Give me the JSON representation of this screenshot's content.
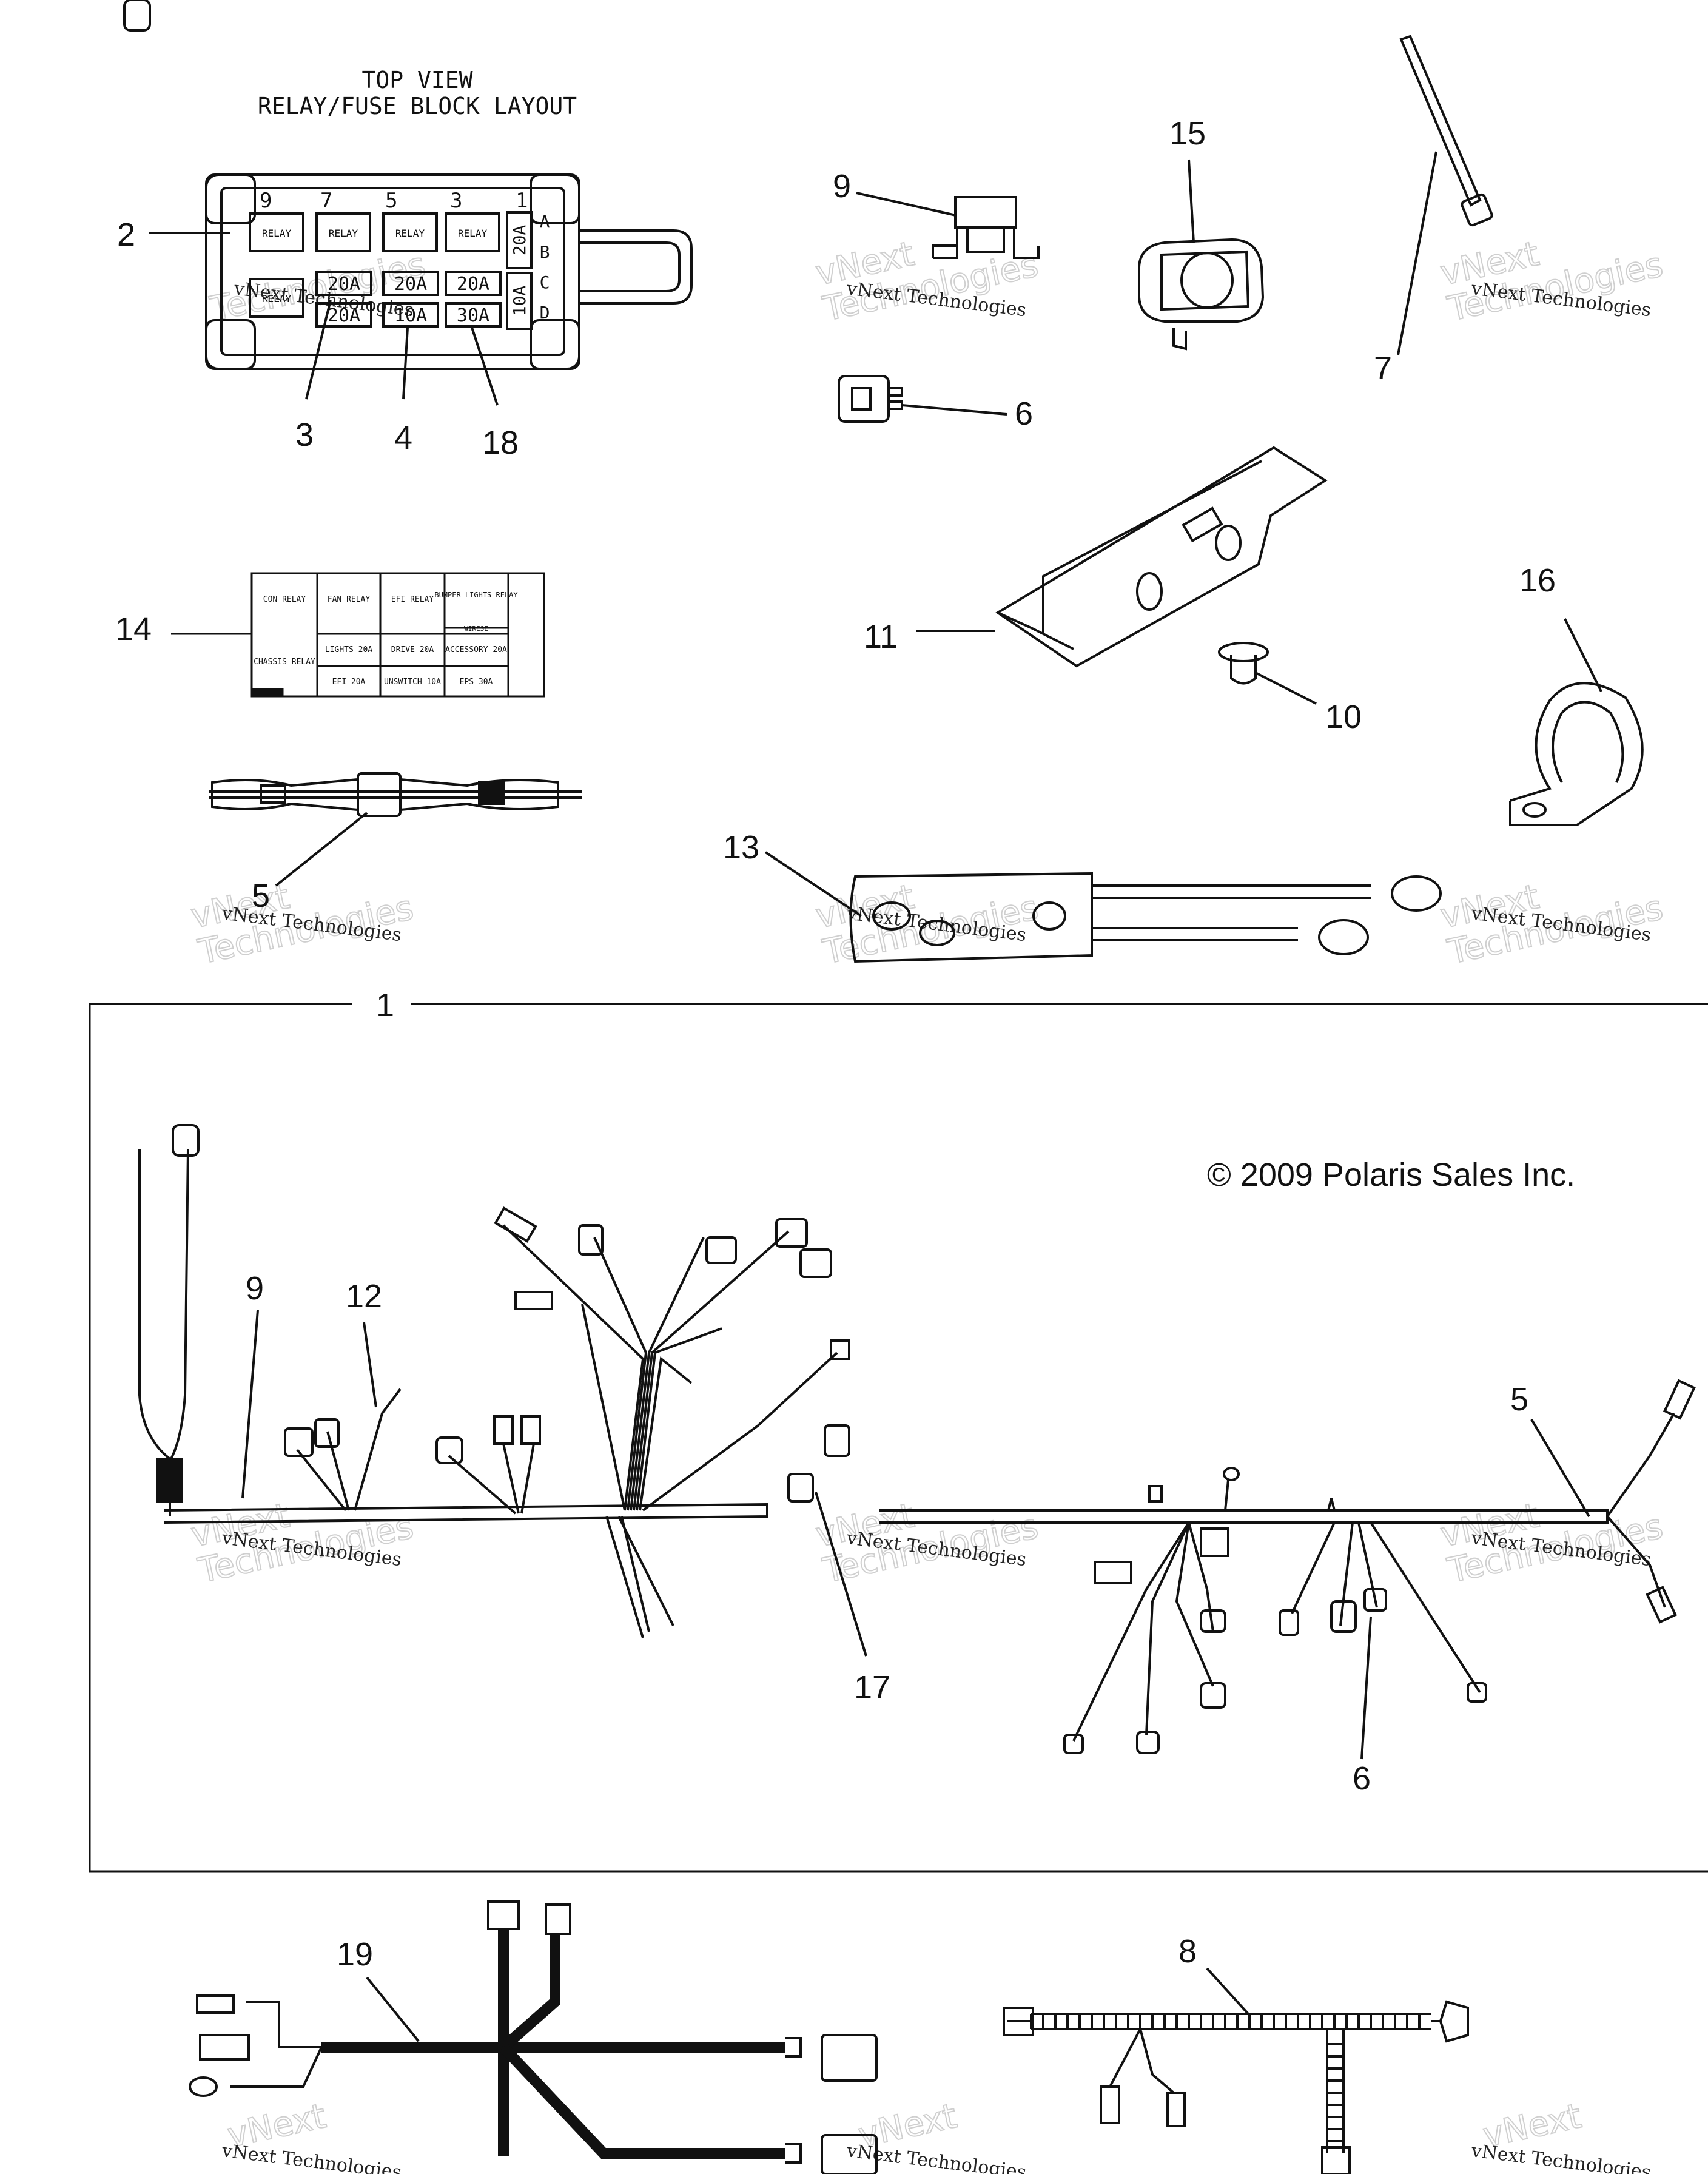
{
  "relay_block": {
    "title_line1": "TOP VIEW",
    "title_line2": "RELAY/FUSE BLOCK LAYOUT",
    "pin_numbers": [
      "9",
      "7",
      "5",
      "3",
      "1"
    ],
    "row_letters": [
      "A",
      "B",
      "C",
      "D"
    ],
    "relays": [
      "RELAY",
      "RELAY",
      "RELAY",
      "RELAY",
      "RELAY"
    ],
    "fuses_row1": [
      "20A",
      "20A",
      "20A"
    ],
    "fuses_row2": [
      "20A",
      "10A",
      "30A"
    ],
    "side_fuses": [
      "20A",
      "10A"
    ]
  },
  "label_card": {
    "row1": [
      "CON RELAY",
      "FAN RELAY",
      "EFI RELAY",
      "BUMPER LIGHTS RELAY"
    ],
    "row2": [
      "CHASSIS RELAY",
      "LIGHTS 20A",
      "DRIVE 20A",
      "ACCESSORY 20A"
    ],
    "row3": [
      "EFI 20A",
      "UNSWITCH 10A",
      "EPS 30A"
    ],
    "misc": "WIRESE"
  },
  "copyright": "© 2009 Polaris Sales Inc.",
  "harness_box_number": "1",
  "callouts": {
    "c2": "2",
    "c3": "3",
    "c4": "4",
    "c18": "18",
    "c14": "14",
    "c5a": "5",
    "c9a": "9",
    "c6a": "6",
    "c15": "15",
    "c7": "7",
    "c11": "11",
    "c10": "10",
    "c16": "16",
    "c13": "13",
    "c9b": "9",
    "c12": "12",
    "c17": "17",
    "c5b": "5",
    "c6b": "6",
    "c19": "19",
    "c8": "8"
  },
  "watermark": {
    "line1": "vNext Technologies",
    "line2": "Technologies",
    "line3": "vNext"
  }
}
